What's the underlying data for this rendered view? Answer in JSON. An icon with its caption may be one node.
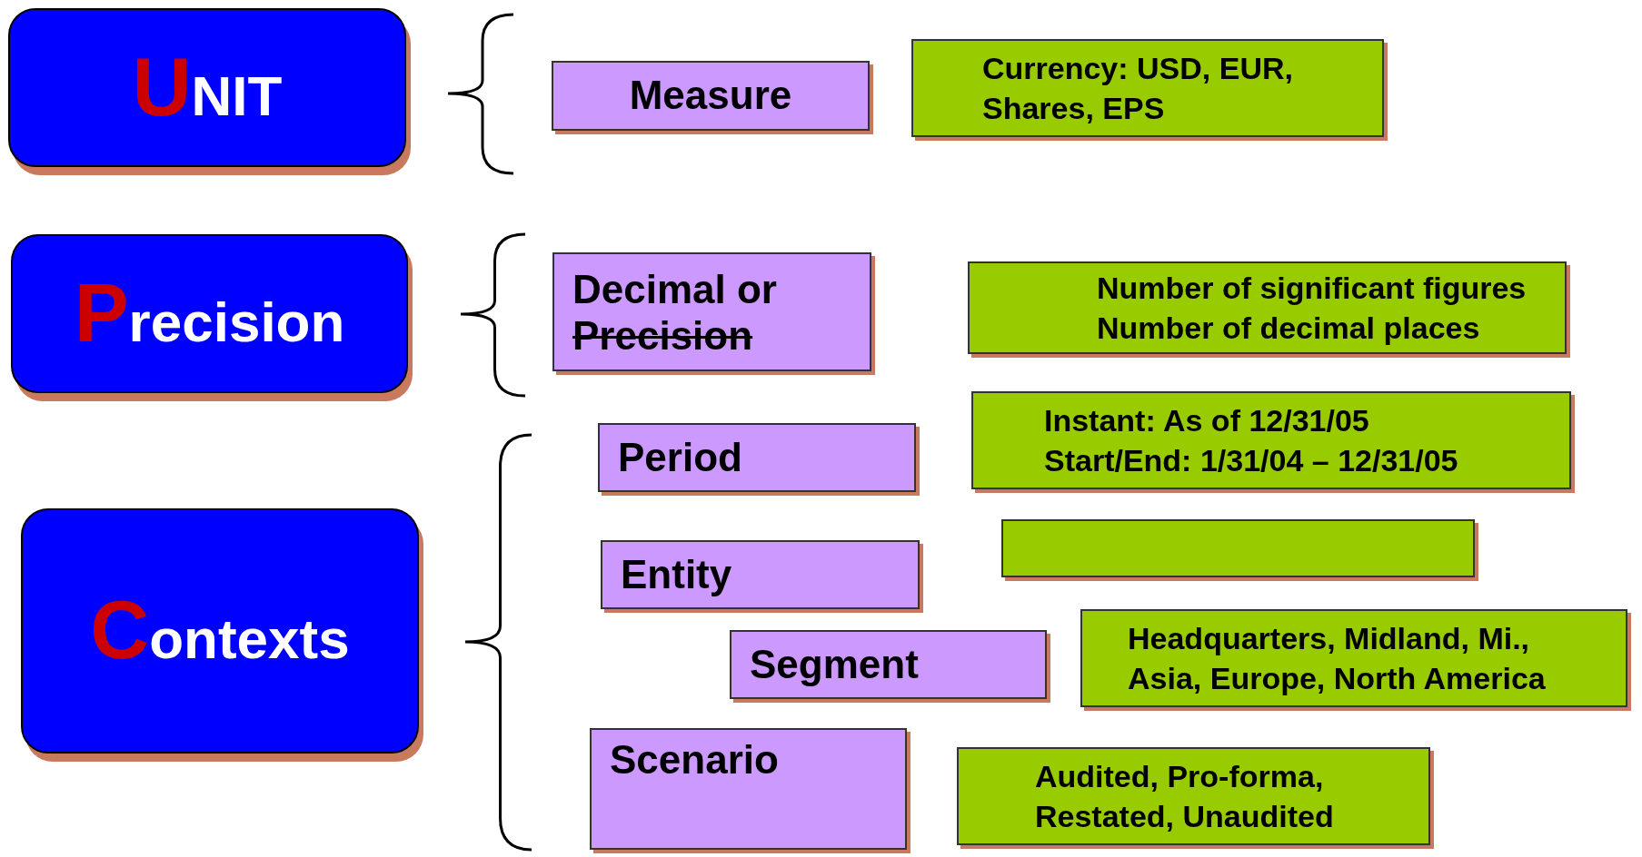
{
  "diagram": {
    "nodes": [
      {
        "text": [
          "UNIT"
        ]
      },
      {
        "text": [
          "Measure"
        ]
      },
      {
        "text": [
          "Currency: USD, EUR, Shares, EPS"
        ]
      },
      {
        "text": [
          "Precision"
        ]
      },
      {
        "text": [
          "Decimal or",
          "Precision"
        ]
      },
      {
        "text": [
          "Number of significant figures",
          "Number of decimal places"
        ]
      },
      {
        "text": [
          "Period"
        ]
      },
      {
        "text": [
          "Instant: As of 12/31/05",
          "Start/End: 1/31/04 – 12/31/05"
        ]
      },
      {
        "text": [
          "Contexts"
        ]
      },
      {
        "text": [
          "Entity"
        ]
      },
      {
        "text": [],
        "shape": "box"
      },
      {
        "text": [
          "Segment"
        ]
      },
      {
        "text": [
          "Headquarters, Midland, Mi., Asia, Europe, North America"
        ]
      },
      {
        "text": [
          "Scenario"
        ]
      },
      {
        "text": [
          "Audited, Pro-forma, Restated, Unaudited"
        ]
      }
    ]
  }
}
